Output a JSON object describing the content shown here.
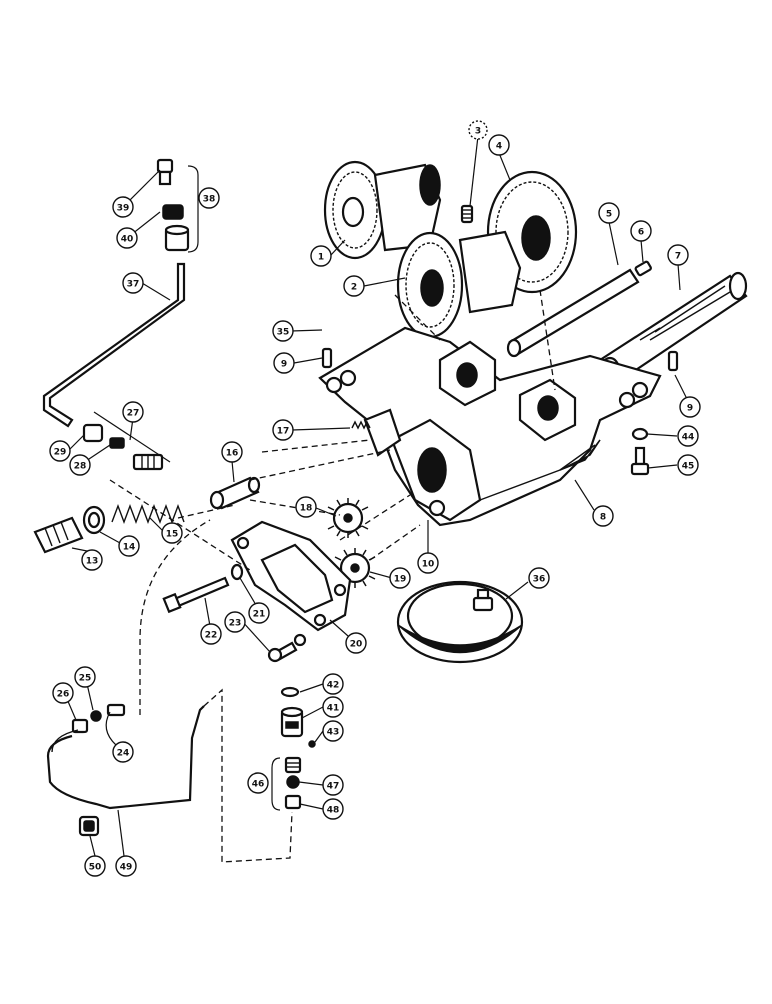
{
  "callouts": [
    "1",
    "2",
    "3",
    "4",
    "5",
    "6",
    "7",
    "8",
    "9",
    "9",
    "10",
    "13",
    "14",
    "15",
    "16",
    "17",
    "18",
    "19",
    "20",
    "21",
    "22",
    "23",
    "24",
    "25",
    "26",
    "27",
    "28",
    "29",
    "35",
    "36",
    "37",
    "38",
    "39",
    "40",
    "41",
    "42",
    "43",
    "44",
    "45",
    "46",
    "47",
    "48",
    "49",
    "50"
  ]
}
